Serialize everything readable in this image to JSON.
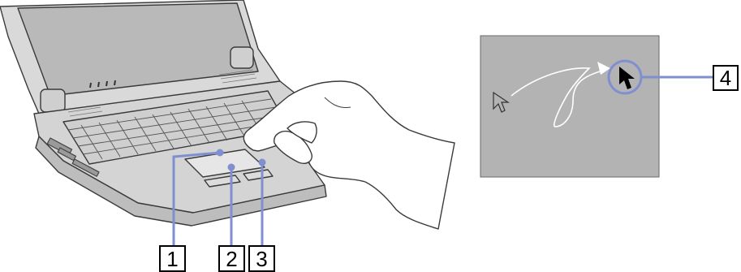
{
  "callouts": {
    "touchpad": "1",
    "left_button": "2",
    "right_button": "3",
    "pointer": "4"
  },
  "colors": {
    "leader_line": "#7f8fd0",
    "screen_panel": "#b3b3b3",
    "laptop_body": "#d4d4d4",
    "laptop_outline": "#3a3a3a"
  },
  "icons": {
    "start_cursor": "hollow-arrow-pointer-icon",
    "end_cursor": "arrow-pointer-icon"
  }
}
